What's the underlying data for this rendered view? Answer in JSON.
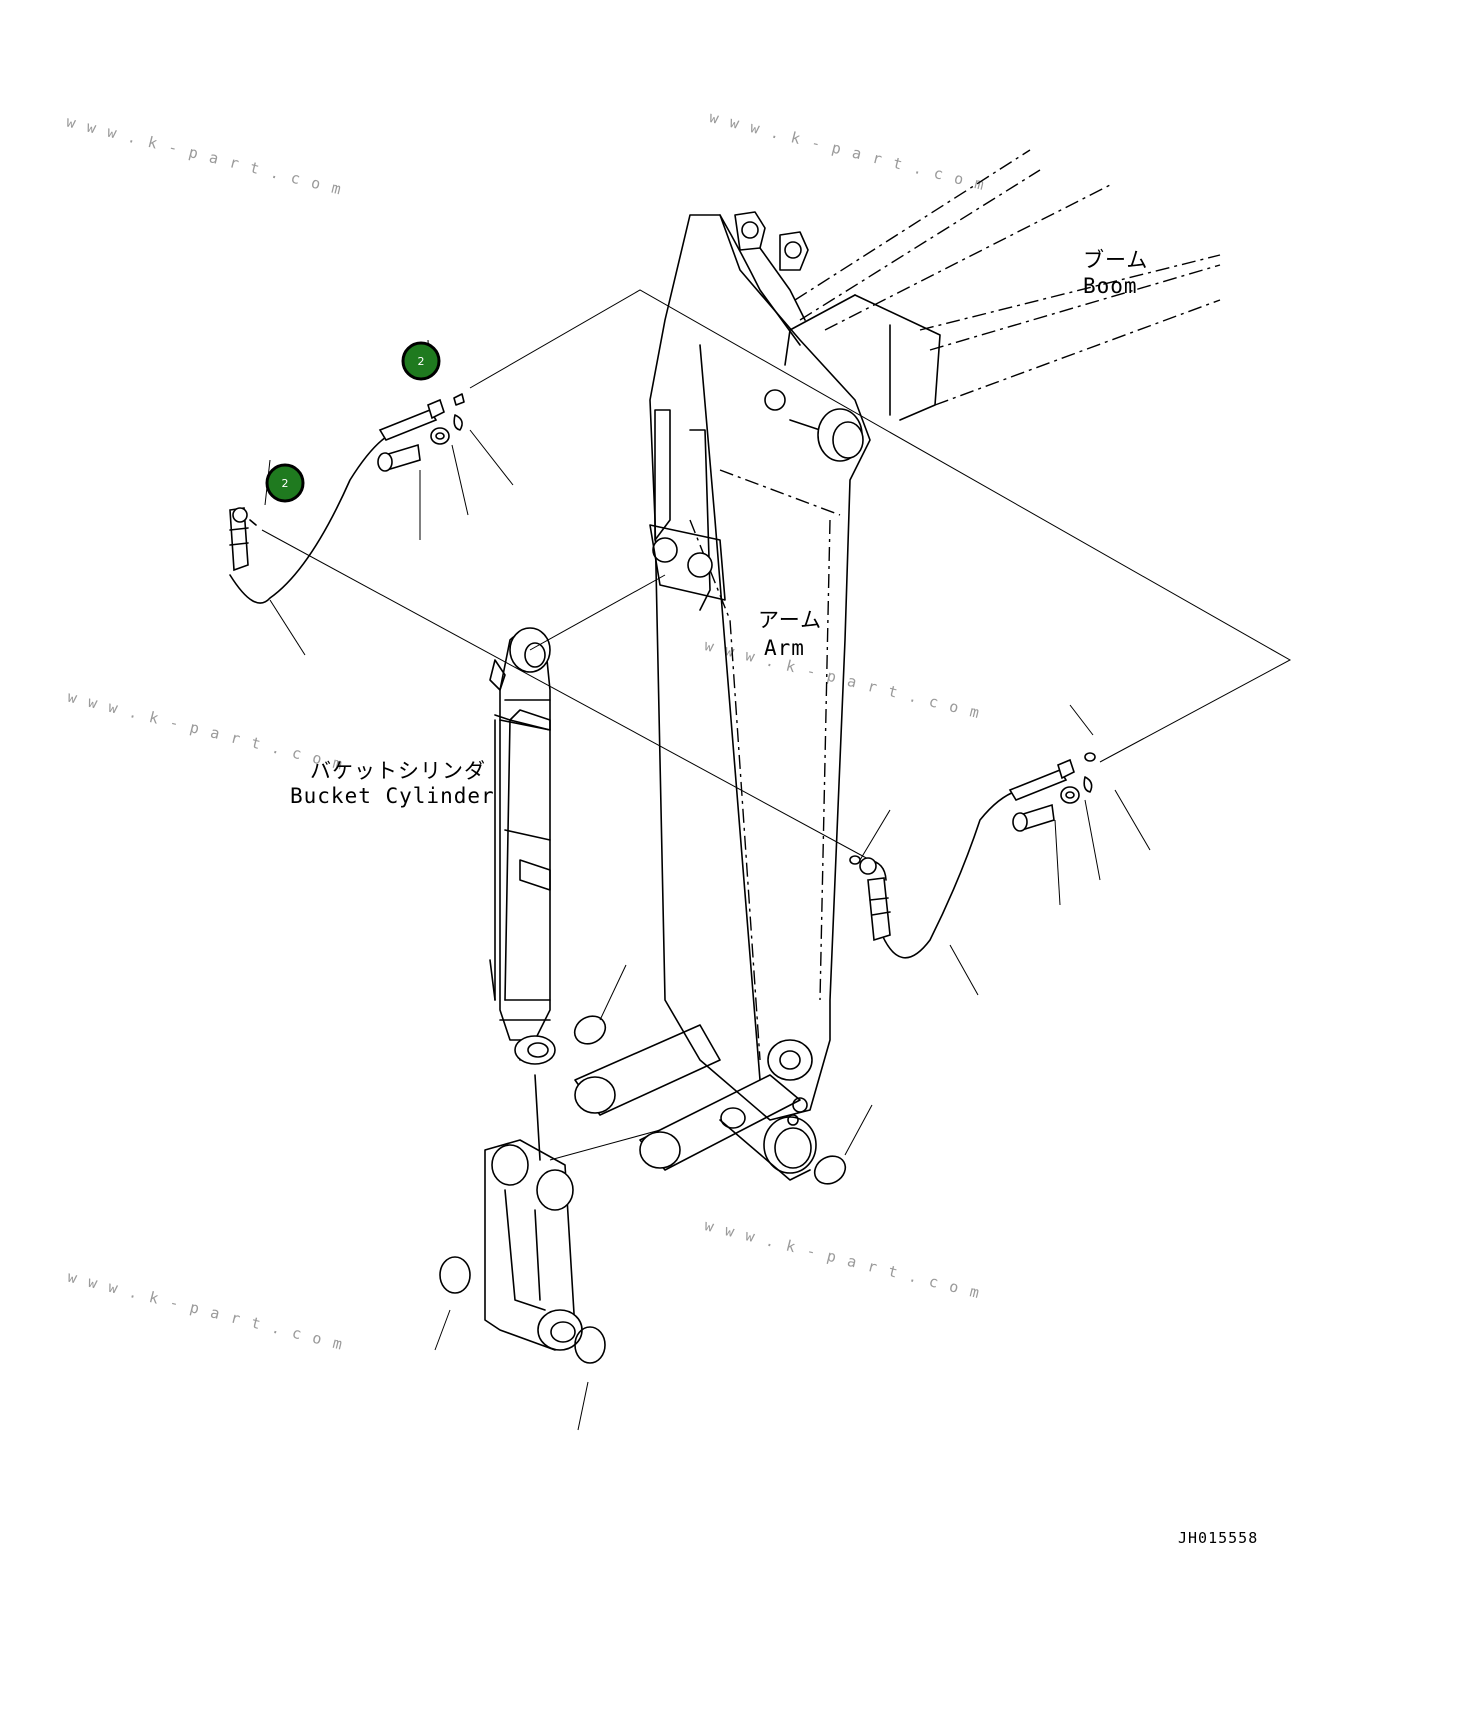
{
  "labels": {
    "boom_jp": "ブーム",
    "boom_en": "Boom",
    "arm_jp": "アーム",
    "arm_en": "Arm",
    "bucket_cylinder_jp": "バケットシリンダ",
    "bucket_cylinder_en": "Bucket Cylinder"
  },
  "drawing_code": "JH015558",
  "callouts": [
    {
      "number": "2",
      "color": "#1f7a1f"
    },
    {
      "number": "2",
      "color": "#1f7a1f"
    }
  ],
  "watermarks": [
    "www.k-part.com",
    "www.k-part.com",
    "www.k-part.com",
    "www.k-part.com",
    "www.k-part.com",
    "www.k-part.com"
  ]
}
